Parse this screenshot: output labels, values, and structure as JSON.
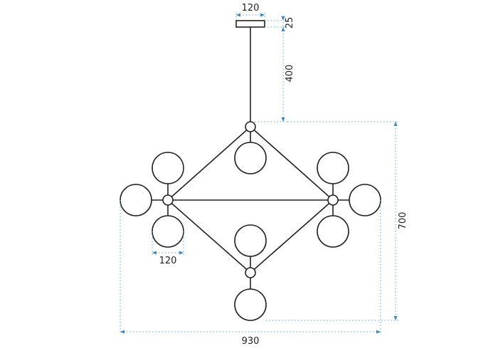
{
  "dimensions": {
    "canopy_width": "120",
    "canopy_height": "25",
    "rod_length": "400",
    "body_height": "700",
    "globe_width": "120",
    "total_width": "930"
  },
  "colors": {
    "line": "#222222",
    "dimension_guide": "#5aa9d6",
    "arrow": "#3a86c8"
  }
}
